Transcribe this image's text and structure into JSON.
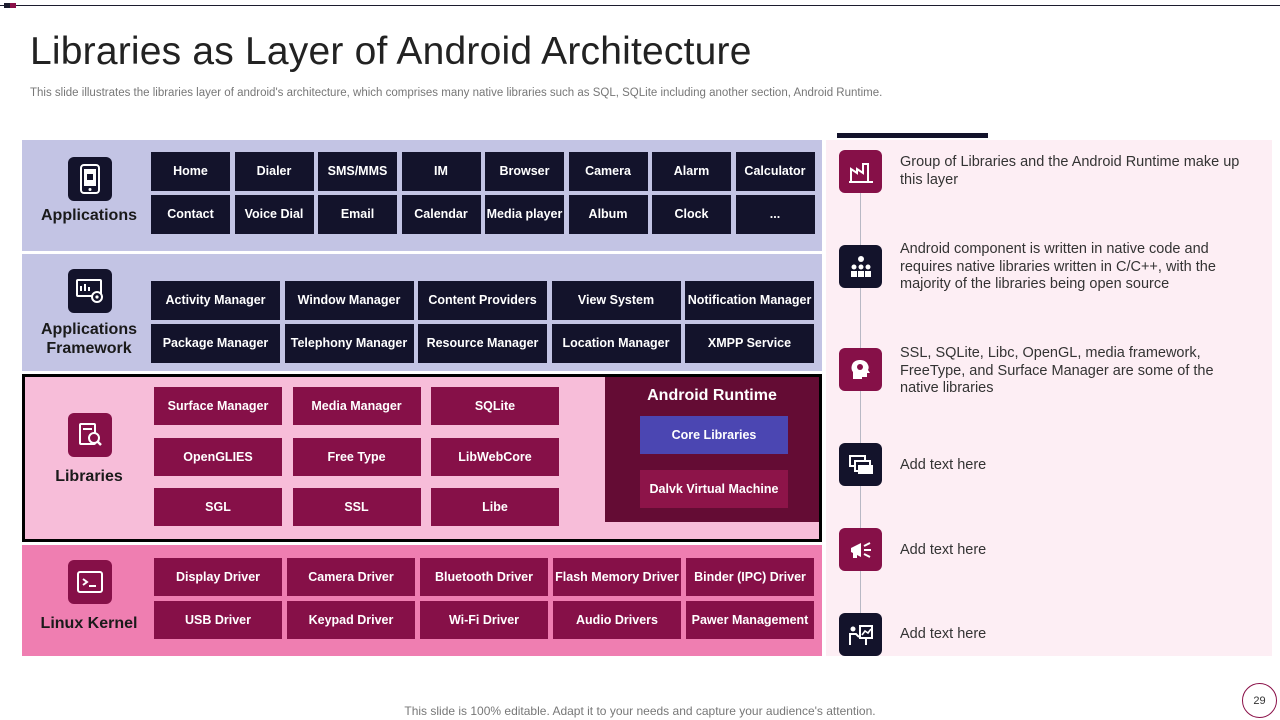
{
  "title": "Libraries as Layer of Android Architecture",
  "subtitle": "This slide illustrates the libraries layer of android's architecture, which comprises many native libraries such as SQL, SQLite including another section, Android Runtime.",
  "layers": {
    "applications": {
      "label": "Applications",
      "icon": "smartphone-icon",
      "row1": [
        "Home",
        "Dialer",
        "SMS/MMS",
        "IM",
        "Browser",
        "Camera",
        "Alarm",
        "Calculator"
      ],
      "row2": [
        "Contact",
        "Voice Dial",
        "Email",
        "Calendar",
        "Media player",
        "Album",
        "Clock",
        "..."
      ]
    },
    "framework": {
      "label": "Applications Framework",
      "icon": "monitor-gear-icon",
      "row1": [
        "Activity Manager",
        "Window Manager",
        "Content Providers",
        "View System",
        "Notification Manager"
      ],
      "row2": [
        "Package Manager",
        "Telephony Manager",
        "Resource Manager",
        "Location Manager",
        "XMPP Service"
      ]
    },
    "libraries": {
      "label": "Libraries",
      "icon": "book-search-icon",
      "row1": [
        "Surface Manager",
        "Media Manager",
        "SQLite"
      ],
      "row2": [
        "OpenGLIES",
        "Free Type",
        "LibWebCore"
      ],
      "row3": [
        "SGL",
        "SSL",
        "Libe"
      ]
    },
    "runtime": {
      "title": "Android Runtime",
      "core": "Core Libraries",
      "dalvik": "Dalvk Virtual Machine"
    },
    "kernel": {
      "label": "Linux Kernel",
      "icon": "terminal-icon",
      "row1": [
        "Display Driver",
        "Camera Driver",
        "Bluetooth Driver",
        "Flash Memory Driver",
        "Binder (IPC) Driver"
      ],
      "row2": [
        "USB Driver",
        "Keypad Driver",
        "Wi-Fi Driver",
        "Audio Drivers",
        "Pawer Management"
      ]
    }
  },
  "points": [
    {
      "text": "Group of Libraries and the Android Runtime make up this layer",
      "icon": "factory-icon"
    },
    {
      "text": "Android component is written in native code and requires native libraries written in C/C++, with the majority of the libraries being open source",
      "icon": "team-icon"
    },
    {
      "text": "SSL, SQLite, Libc, OpenGL, media framework, FreeType, and Surface Manager are some of the native libraries",
      "icon": "head-gears-icon"
    },
    {
      "text": "Add text here",
      "icon": "chat-icon"
    },
    {
      "text": "Add text here",
      "icon": "megaphone-icon"
    },
    {
      "text": "Add text here",
      "icon": "presentation-icon"
    }
  ],
  "footer": "This slide is 100% editable. Adapt it to your needs and capture your audience's attention.",
  "page_number": "29",
  "colors": {
    "navy": "#13132b",
    "maroon": "#861048",
    "lavender": "#c3c4e4",
    "pink": "#f7bdd9",
    "hot_pink": "#ef7eb1",
    "runtime_bg": "#640c34",
    "core_blue": "#4b46b2"
  }
}
